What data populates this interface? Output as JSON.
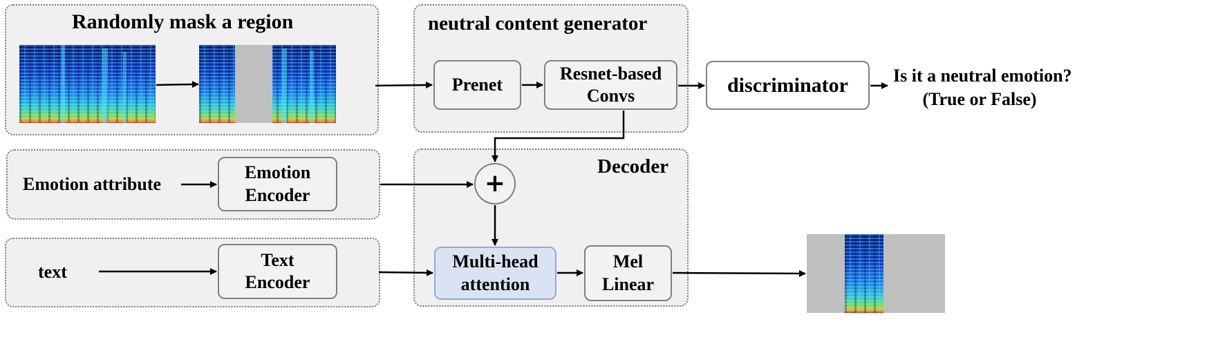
{
  "mask_panel": {
    "title": "Randomly mask a region"
  },
  "generator": {
    "title": "neutral content generator",
    "prenet": "Prenet",
    "resnet_line1": "Resnet-based",
    "resnet_line2": "Convs"
  },
  "discriminator": {
    "label": "discriminator",
    "question_line1": "Is it a neutral emotion?",
    "question_line2": "(True or False)"
  },
  "emotion_panel": {
    "input": "Emotion attribute",
    "encoder_line1": "Emotion",
    "encoder_line2": "Encoder"
  },
  "text_panel": {
    "input": "text",
    "encoder_line1": "Text",
    "encoder_line2": "Encoder"
  },
  "decoder": {
    "title": "Decoder",
    "sum_symbol": "+",
    "attention_line1": "Multi-head",
    "attention_line2": "attention",
    "mel_line1": "Mel",
    "mel_line2": "Linear"
  },
  "colors": {
    "panel_fill": "#f0f0f0",
    "attention_fill": "#dae3f3",
    "attention_border": "#8faadc",
    "mask_gray": "#bfbfbf",
    "spectrogram_base": "#0a2ca8"
  }
}
